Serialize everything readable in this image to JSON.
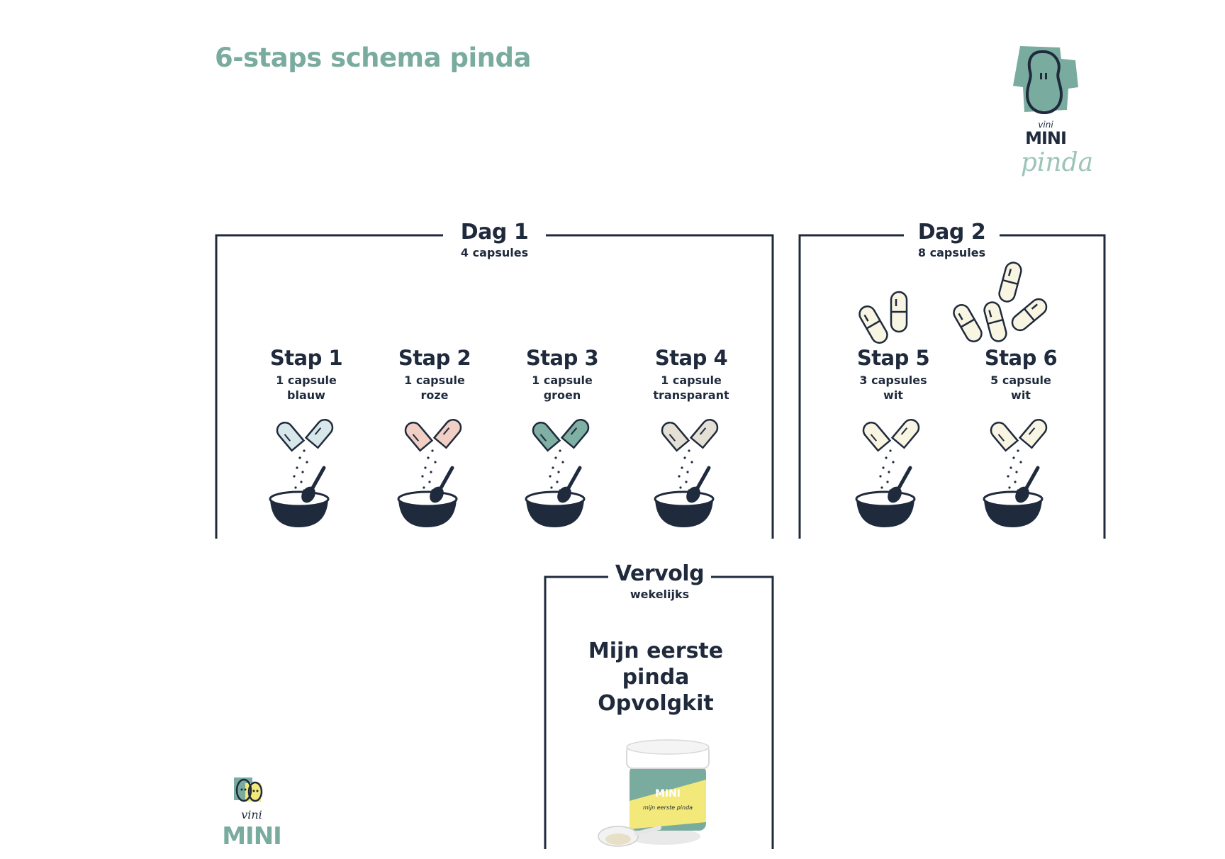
{
  "page": {
    "title": "6-staps schema pinda"
  },
  "logo_top": {
    "small": "vini",
    "brand": "MINI",
    "script": "pinda"
  },
  "logo_bottom": {
    "small": "vini",
    "brand": "MINI"
  },
  "groups": [
    {
      "title": "Dag 1",
      "subtitle": "4 capsules"
    },
    {
      "title": "Dag 2",
      "subtitle": "8 capsules"
    },
    {
      "title": "Vervolg",
      "subtitle": "wekelijks"
    }
  ],
  "steps": [
    {
      "title": "Stap 1",
      "line1": "1 capsule",
      "line2": "blauw",
      "color": "#d7e7ea"
    },
    {
      "title": "Stap 2",
      "line1": "1 capsule",
      "line2": "roze",
      "color": "#f1cfc4"
    },
    {
      "title": "Stap 3",
      "line1": "1 capsule",
      "line2": "groen",
      "color": "#7fb0a3"
    },
    {
      "title": "Stap 4",
      "line1": "1 capsule",
      "line2": "transparant",
      "color": "#e4e0d6"
    },
    {
      "title": "Stap 5",
      "line1": "3 capsules",
      "line2": "wit",
      "color": "#f8f5e2"
    },
    {
      "title": "Stap 6",
      "line1": "5 capsule",
      "line2": "wit",
      "color": "#f8f5e2"
    }
  ],
  "kit": {
    "line1": "Mijn eerste",
    "line2": "pinda",
    "line3": "Opvolgkit",
    "jar_brand": "MINI",
    "jar_label": "mijn eerste pinda"
  },
  "colors": {
    "ink": "#1f2a3c",
    "accent": "#7aab9f",
    "yellow": "#f3e87a"
  }
}
